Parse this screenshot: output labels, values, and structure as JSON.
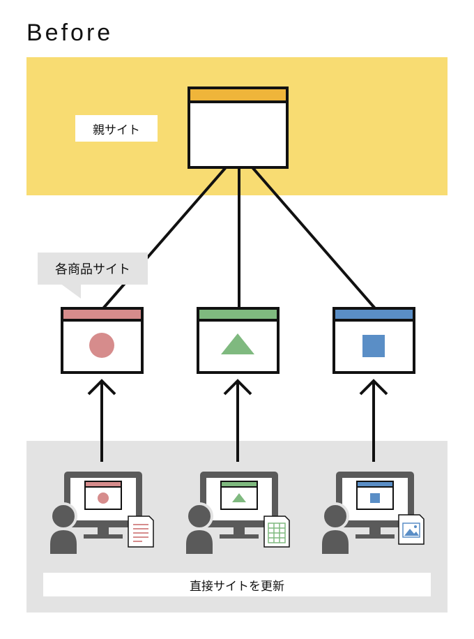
{
  "title": "Before",
  "parent_label": "親サイト",
  "callout_label": "各商品サイト",
  "bottom_label": "直接サイトを更新",
  "colors": {
    "yellow_band": "#f8dc72",
    "parent_bar": "#efb53a",
    "red": "#d68c8c",
    "green": "#7fb97f",
    "blue": "#5a8ec6",
    "gray_band": "#e3e3e3",
    "person": "#5a5a5a"
  },
  "icons": [
    "circle-icon",
    "triangle-icon",
    "square-icon",
    "document-icon",
    "spreadsheet-icon",
    "image-file-icon",
    "person-icon",
    "monitor-icon"
  ]
}
